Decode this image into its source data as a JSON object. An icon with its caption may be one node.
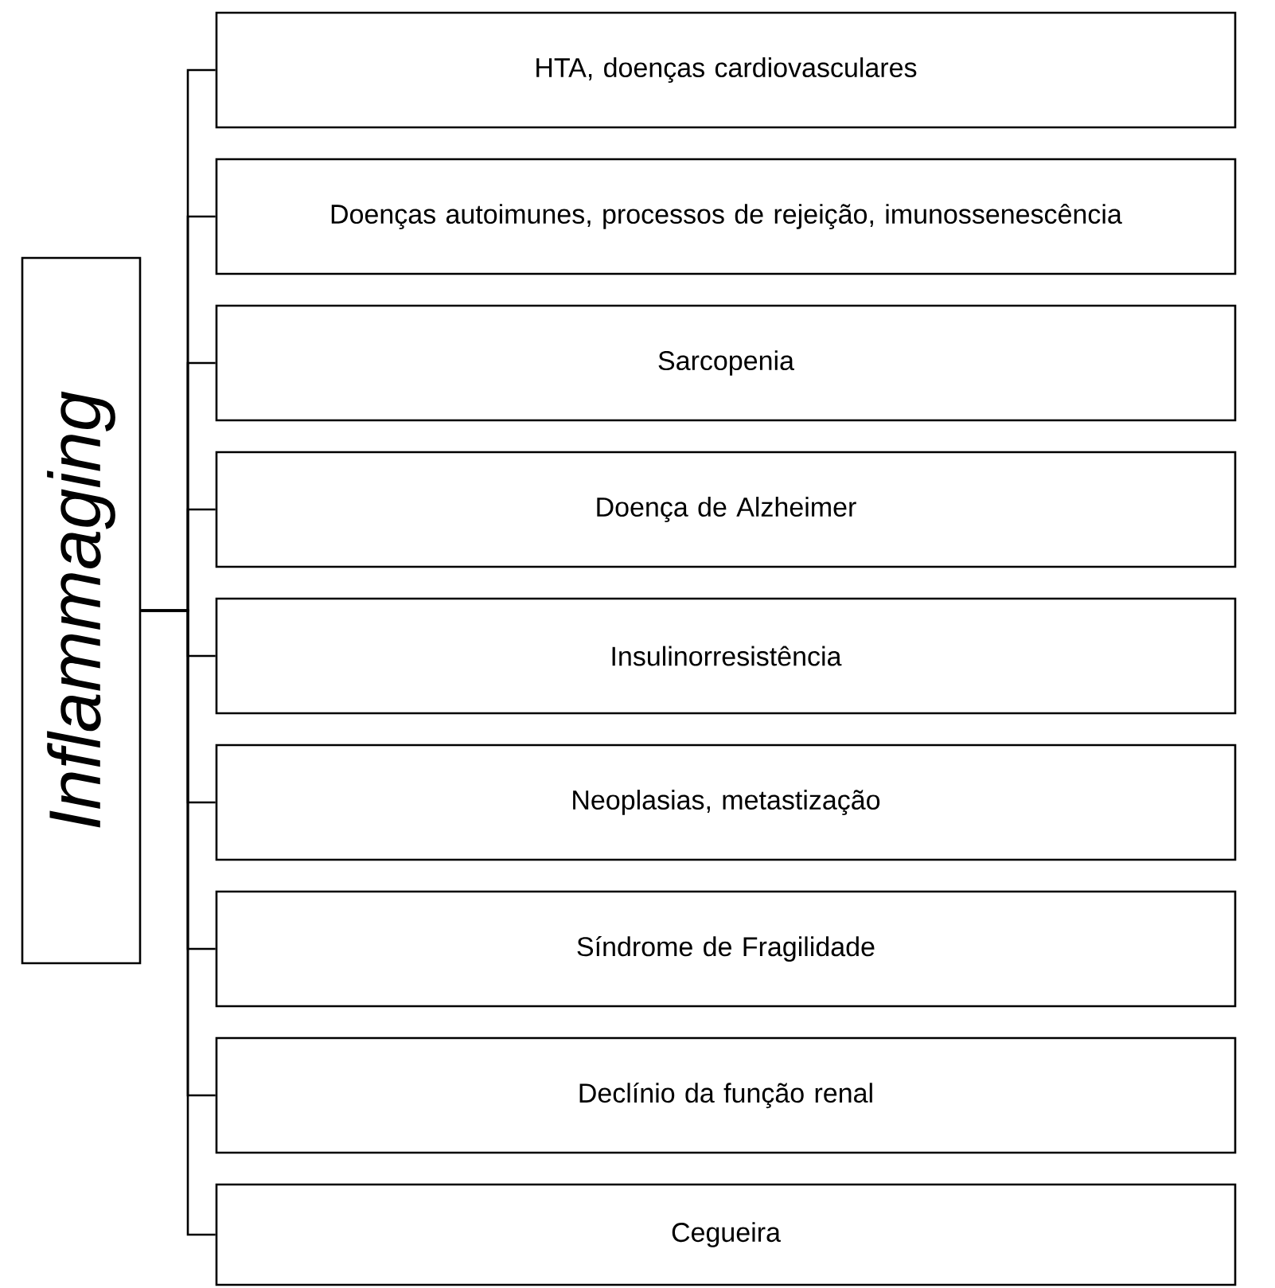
{
  "diagram": {
    "nodes": [
      {
        "text": [
          "Inflammaging"
        ]
      },
      {
        "text": [
          "HTA, doenças cardiovasculares"
        ]
      },
      {
        "text": [
          "Doenças autoimunes, processos de rejeição, imunossenescência"
        ]
      },
      {
        "text": [
          "Sarcopenia"
        ]
      },
      {
        "text": [
          "Doença de Alzheimer"
        ]
      },
      {
        "text": [
          "Insulinorresistência"
        ]
      },
      {
        "text": [
          "Neoplasias, metastização"
        ]
      },
      {
        "text": [
          "Síndrome de Fragilidade"
        ]
      },
      {
        "text": [
          "Declínio da função renal"
        ]
      },
      {
        "text": [
          "Cegueira"
        ]
      }
    ],
    "edges": [
      {
        "from": 0,
        "to": 1,
        "arrow": "none"
      },
      {
        "from": 0,
        "to": 2,
        "arrow": "none"
      },
      {
        "from": 0,
        "to": 3,
        "arrow": "none"
      },
      {
        "from": 0,
        "to": 4,
        "arrow": "none"
      },
      {
        "from": 0,
        "to": 5,
        "arrow": "none"
      },
      {
        "from": 0,
        "to": 6,
        "arrow": "none"
      },
      {
        "from": 0,
        "to": 7,
        "arrow": "none"
      },
      {
        "from": 0,
        "to": 8,
        "arrow": "none"
      },
      {
        "from": 0,
        "to": 9,
        "arrow": "none"
      }
    ]
  }
}
